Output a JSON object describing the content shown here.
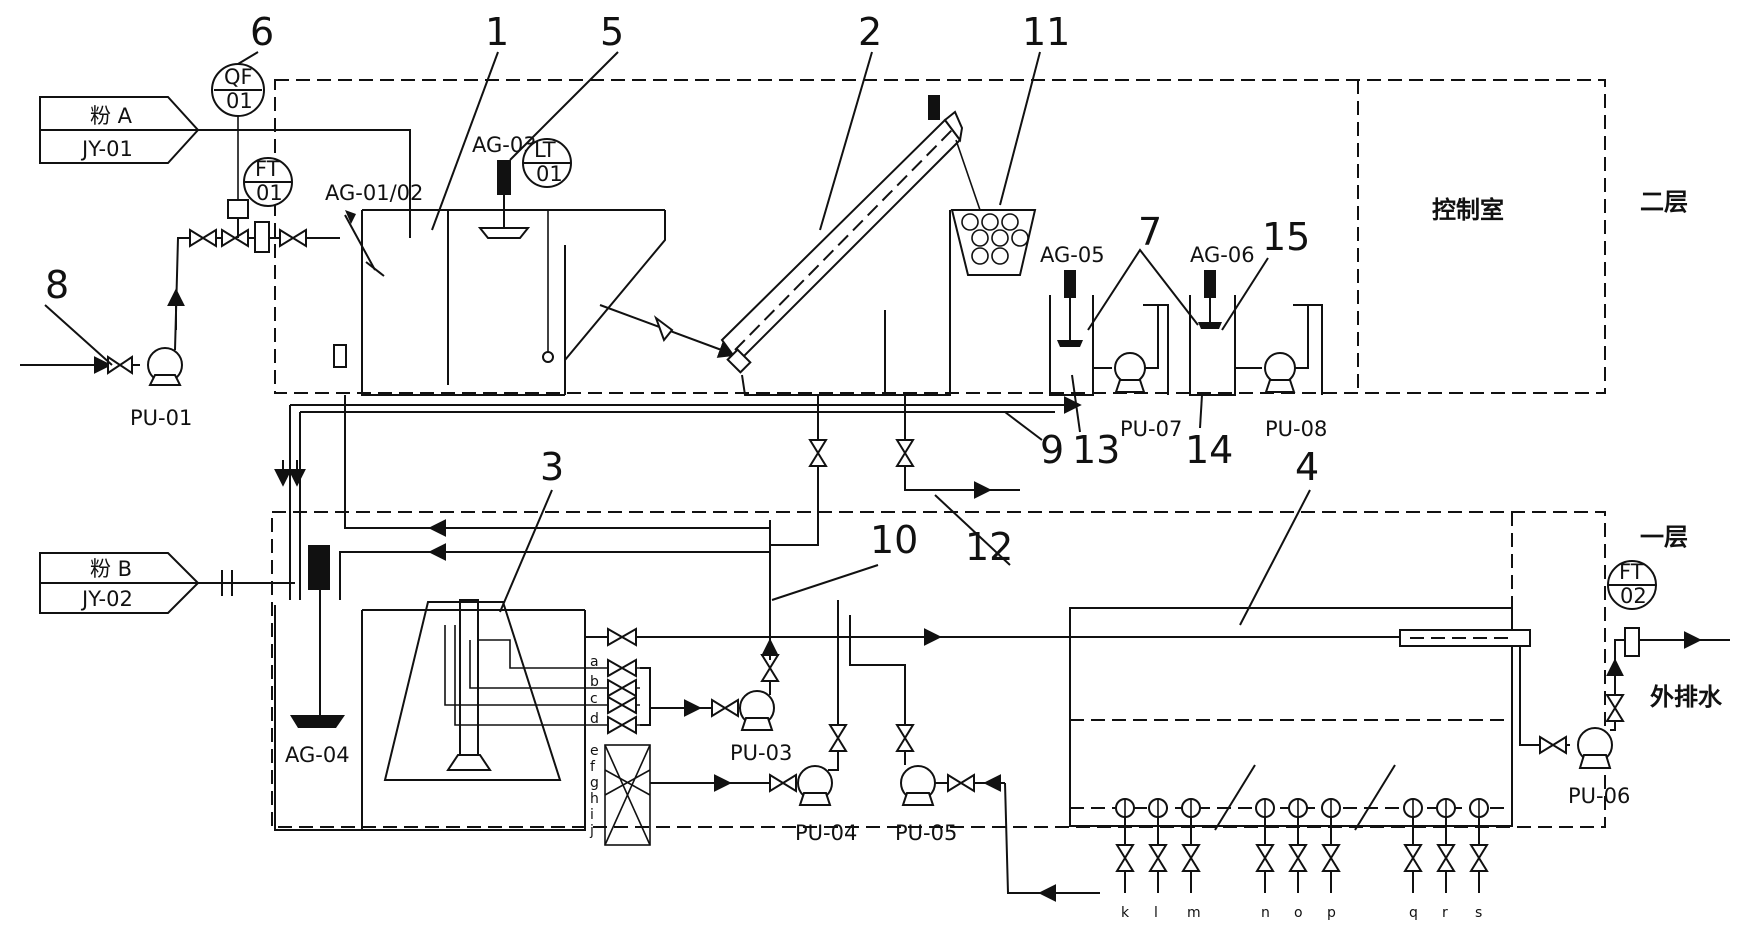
{
  "zones": {
    "floor2": "二层",
    "floor1": "一层",
    "control_room": "控制室"
  },
  "feeds": [
    {
      "top": "粉 A",
      "bottom": "JY-01"
    },
    {
      "top": "粉 B",
      "bottom": "JY-02"
    }
  ],
  "instruments": {
    "qf01": [
      "QF",
      "01"
    ],
    "ft01": [
      "FT",
      "01"
    ],
    "lt01": [
      "LT",
      "01"
    ],
    "ft02": [
      "FT",
      "02"
    ]
  },
  "agitators": {
    "ag0102": "AG-01/02",
    "ag03": "AG-03",
    "ag04": "AG-04",
    "ag05": "AG-05",
    "ag06": "AG-06"
  },
  "pumps": {
    "pu01": "PU-01",
    "pu03": "PU-03",
    "pu04": "PU-04",
    "pu05": "PU-05",
    "pu06": "PU-06",
    "pu07": "PU-07",
    "pu08": "PU-08"
  },
  "callouts": {
    "n1": "1",
    "n2": "2",
    "n3": "3",
    "n4": "4",
    "n5": "5",
    "n6": "6",
    "n7": "7",
    "n8": "8",
    "n9": "9",
    "n10": "10",
    "n11": "11",
    "n12": "12",
    "n13": "13",
    "n14": "14",
    "n15": "15"
  },
  "outlet_label": "外排水",
  "ports_upper": [
    "a",
    "b",
    "c",
    "d"
  ],
  "ports_lower": [
    "e",
    "f",
    "g",
    "h",
    "i",
    "j"
  ],
  "bottom_valves": [
    "k",
    "l",
    "m",
    "n",
    "o",
    "p",
    "q",
    "r",
    "s"
  ]
}
